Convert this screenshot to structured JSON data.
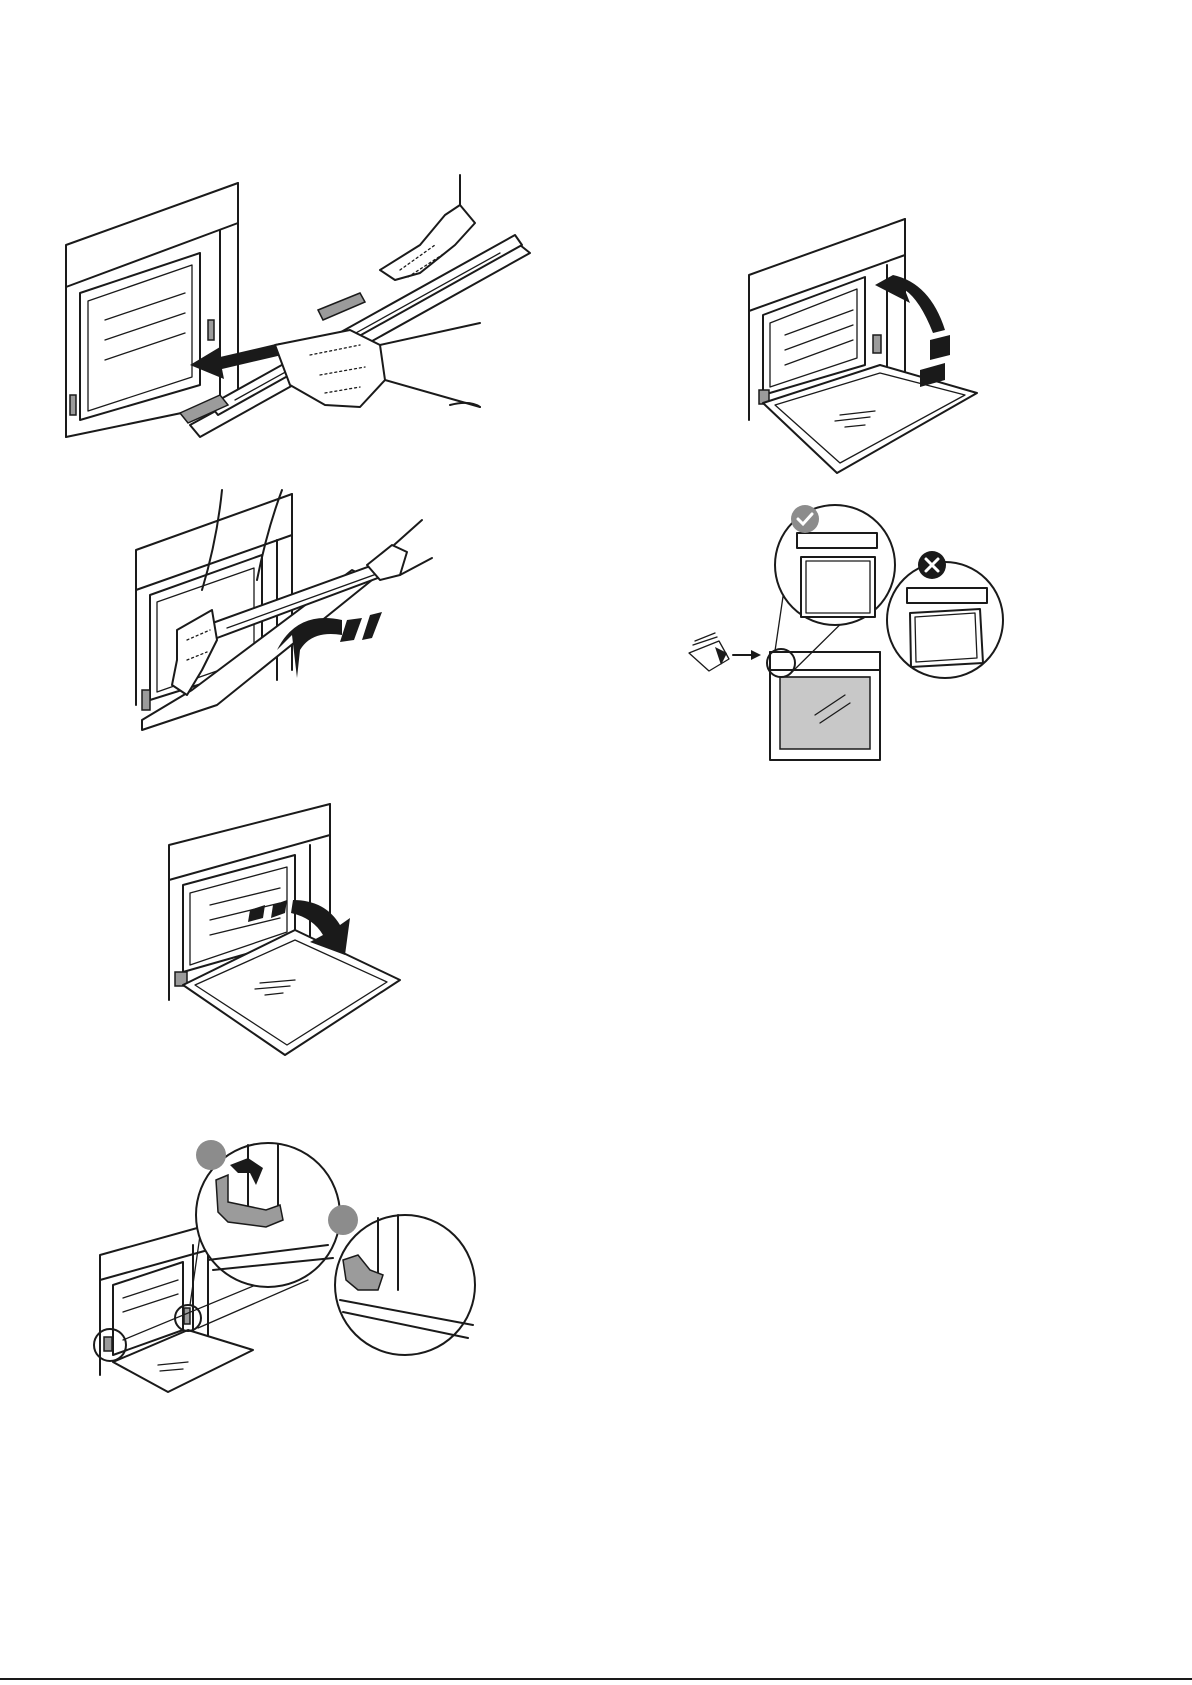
{
  "figures": [
    {
      "step": "remove-door",
      "icon": "arrow-left-icon"
    },
    {
      "step": "lift-door",
      "icon": "arrow-up-curved-icon"
    },
    {
      "step": "tilt-door",
      "icon": "arrow-curved-icon"
    },
    {
      "step": "check-glass-position",
      "icons": [
        "check-badge-icon",
        "cross-badge-icon",
        "eye-icon"
      ]
    },
    {
      "step": "lower-door",
      "icon": "arrow-down-curved-icon"
    },
    {
      "step": "hinge-lock",
      "icons": [
        "hinge-detail-1",
        "hinge-detail-2"
      ]
    }
  ],
  "colors": {
    "line": "#1a1a1a",
    "hinge": "#9b9b9b",
    "glass": "#c8c8c8",
    "badge_ok": "#8c8c8c",
    "badge_bad": "#1a1a1a"
  }
}
